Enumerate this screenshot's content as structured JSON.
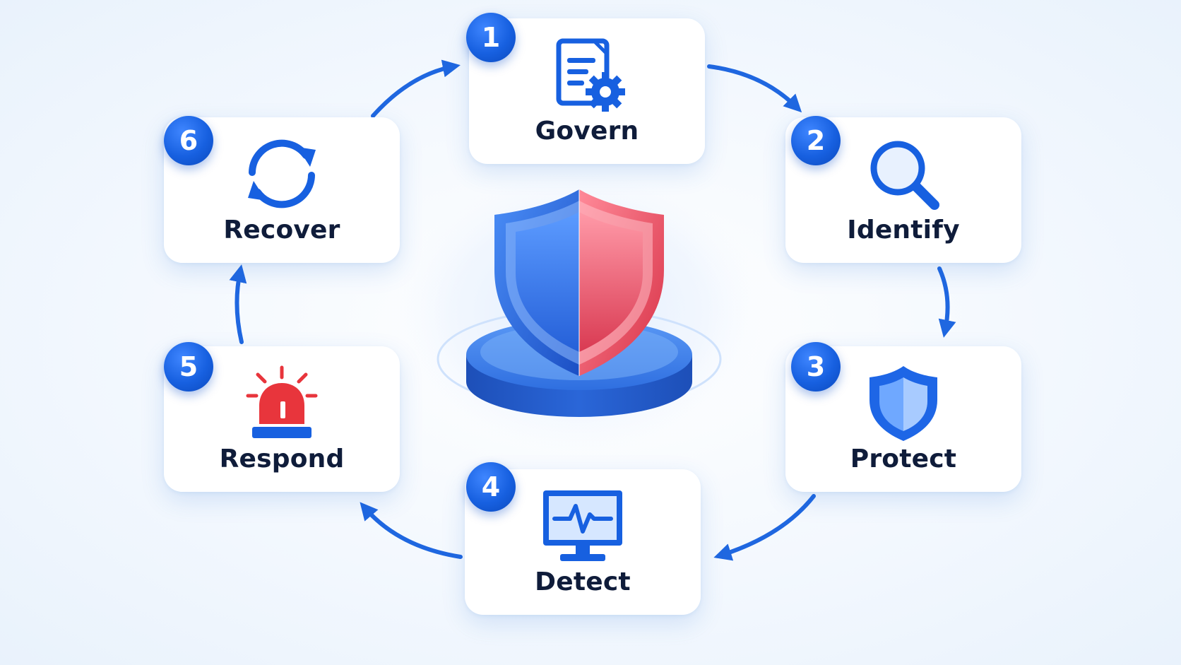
{
  "steps": [
    {
      "number": "1",
      "label": "Govern"
    },
    {
      "number": "2",
      "label": "Identify"
    },
    {
      "number": "3",
      "label": "Protect"
    },
    {
      "number": "4",
      "label": "Detect"
    },
    {
      "number": "5",
      "label": "Respond"
    },
    {
      "number": "6",
      "label": "Recover"
    }
  ],
  "icons": {
    "step1": "document-gear-icon",
    "step2": "magnifier-icon",
    "step3": "shield-icon",
    "step4": "monitor-pulse-icon",
    "step5": "alarm-siren-icon",
    "step6": "refresh-cycle-icon",
    "center": "split-shield-icon"
  },
  "colors": {
    "primary_blue": "#1760e0",
    "dark_text": "#0f1c3a",
    "alert_red": "#e8353c",
    "card_bg": "#ffffff"
  }
}
